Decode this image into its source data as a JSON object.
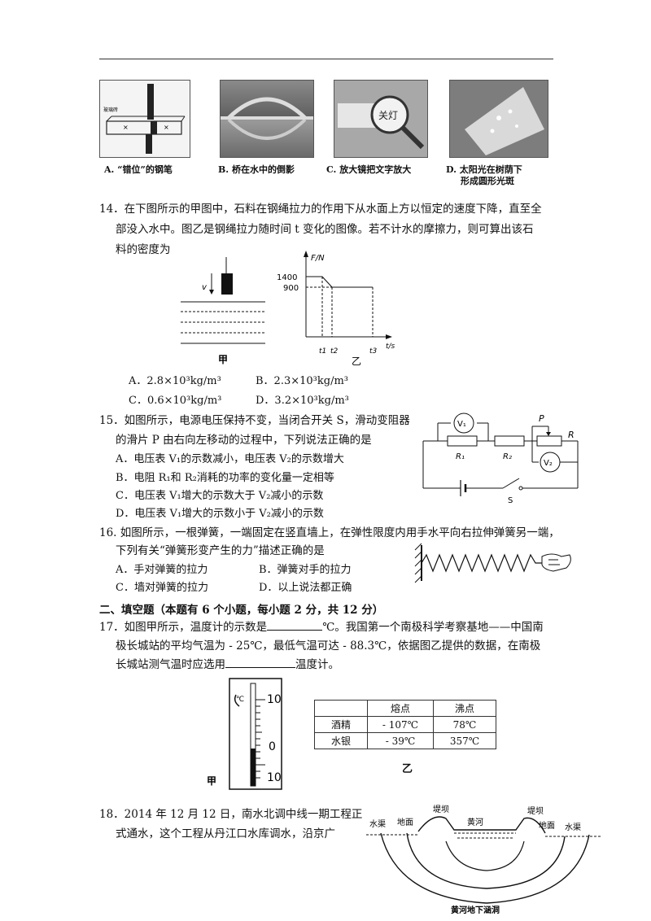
{
  "q13": {
    "options": [
      {
        "text": "A. “错位”的钢笔",
        "sub": "",
        "inlabel": "玻璃砖"
      },
      {
        "text": "B. 桥在水中的倒影",
        "sub": ""
      },
      {
        "text": "C. 放大镜把文字放大",
        "sub": "",
        "inlabel": "关灯"
      },
      {
        "text": "D. 太阳光在树荫下",
        "sub": "形成圆形光斑"
      }
    ]
  },
  "q14": {
    "lines": [
      "14．在下图所示的甲图中，石料在钢绳拉力的作用下从水面上方以恒定的速度下降，直至全",
      "部没入水中。图乙是钢绳拉力随时间 t 变化的图像。若不计水的摩擦力，则可算出该石",
      "料的密度为"
    ],
    "fig_jia": {
      "v": "v",
      "caption": "甲"
    },
    "fig_yi": {
      "ylabel": "F/N",
      "xlabel": "t/s",
      "y_ticks": [
        "1400",
        "900"
      ],
      "x_ticks": [
        "t1",
        "t2",
        "t3"
      ],
      "caption": "乙"
    },
    "options": [
      "A．2.8×10³kg/m³",
      "B．2.3×10³kg/m³",
      "C．0.6×10³kg/m³",
      "D．3.2×10³kg/m³"
    ]
  },
  "q15": {
    "lines": [
      "15．如图所示，电源电压保持不变，当闭合开关 S，滑动变阻器",
      "的滑片 P 由右向左移动的过程中，下列说法正确的是"
    ],
    "options": [
      "A．电压表 V₁的示数减小，电压表 V₂的示数增大",
      "B．电阻 R₁和 R₂消耗的功率的变化量一定相等",
      "C．电压表 V₁增大的示数大于 V₂减小的示数",
      "D．电压表 V₁增大的示数小于 V₂减小的示数"
    ],
    "circuit": {
      "v1": "V₁",
      "v2": "V₂",
      "r1": "R₁",
      "r2": "R₂",
      "r": "R",
      "p": "P",
      "s": "S"
    }
  },
  "q16": {
    "lines": [
      "16. 如图所示，一根弹簧，一端固定在竖直墙上，在弹性限度内用手水平向右拉伸弹簧另一端，",
      "下列有关“弹簧形变产生的力”描述正确的是"
    ],
    "options": [
      "A．手对弹簧的拉力",
      "B．弹簧对手的拉力",
      "C．墙对弹簧的拉力",
      "D．以上说法都正确"
    ]
  },
  "section2": {
    "title": "二、填空题（本题有 6 个小题，每小题 2 分，共 12 分）"
  },
  "q17": {
    "line1_a": "17．如图甲所示，温度计的示数是",
    "line1_b": "℃。我国第一个南极科学考察基地——中国南",
    "line2": "极长城站的平均气温为 - 25℃，最低气温可达 - 88.3℃，依据图乙提供的数据，在南极",
    "line3_a": "长城站测气温时应选用",
    "line3_b": "温度计。",
    "thermo": {
      "t10": "10",
      "t0": "0",
      "tm10": "10",
      "caption": "甲"
    },
    "table": {
      "headers": [
        "",
        "熔点",
        "沸点"
      ],
      "rows": [
        [
          "酒精",
          "- 107℃",
          "78℃"
        ],
        [
          "水银",
          "- 39℃",
          "357℃"
        ]
      ],
      "caption": "乙"
    }
  },
  "q18": {
    "lines": [
      "18．2014 年 12 月 12 日，南水北调中线一期工程正",
      "式通水，这个工程从丹江口水库调水，沿京广"
    ],
    "fig": {
      "dike_left": "堤坝",
      "dike_right": "堤坝",
      "river": "黄河",
      "ground_left": "地面",
      "ground_right": "地面",
      "canal_left": "水渠",
      "canal_right": "水渠",
      "tunnel": "黄河地下涵洞"
    }
  }
}
